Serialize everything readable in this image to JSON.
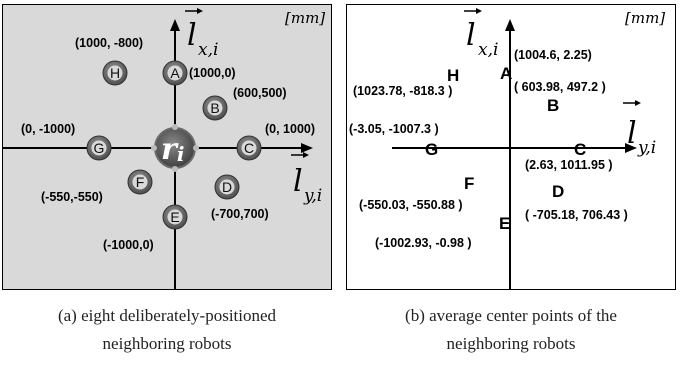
{
  "panel_a": {
    "unit": "[mm]",
    "axis_x": {
      "letter": "l",
      "sub": "x,i"
    },
    "axis_y": {
      "letter": "l",
      "sub": "y,i"
    },
    "center_label": "ri",
    "robots": [
      {
        "id": "A",
        "coord": "(1000,0)"
      },
      {
        "id": "B",
        "coord": "(600,500)"
      },
      {
        "id": "C",
        "coord": "(0, 1000)"
      },
      {
        "id": "D",
        "coord": "(-700,700)"
      },
      {
        "id": "E",
        "coord": "(-1000,0)"
      },
      {
        "id": "F",
        "coord": "(-550,-550)"
      },
      {
        "id": "G",
        "coord": "(0, -1000)"
      },
      {
        "id": "H",
        "coord": "(1000, -800)"
      }
    ],
    "caption_line1": "(a) eight deliberately-positioned",
    "caption_line2": "neighboring robots"
  },
  "panel_b": {
    "unit": "[mm]",
    "axis_x": {
      "letter": "l",
      "sub": "x,i"
    },
    "axis_y": {
      "letter": "l",
      "sub": "y,i"
    },
    "points": [
      {
        "id": "A",
        "coord": "(1004.6, 2.25)"
      },
      {
        "id": "B",
        "coord": "( 603.98, 497.2 )"
      },
      {
        "id": "C",
        "coord": "(2.63, 1011.95 )"
      },
      {
        "id": "D",
        "coord": "( -705.18, 706.43 )"
      },
      {
        "id": "E",
        "coord": "(-1002.93, -0.98 )"
      },
      {
        "id": "F",
        "coord": "(-550.03, -550.88 )"
      },
      {
        "id": "G",
        "coord": "(-3.05, -1007.3 )"
      },
      {
        "id": "H",
        "coord": "(1023.78, -818.3 )"
      }
    ],
    "caption_line1": "(b) average center points of the",
    "caption_line2": "neighboring robots"
  }
}
